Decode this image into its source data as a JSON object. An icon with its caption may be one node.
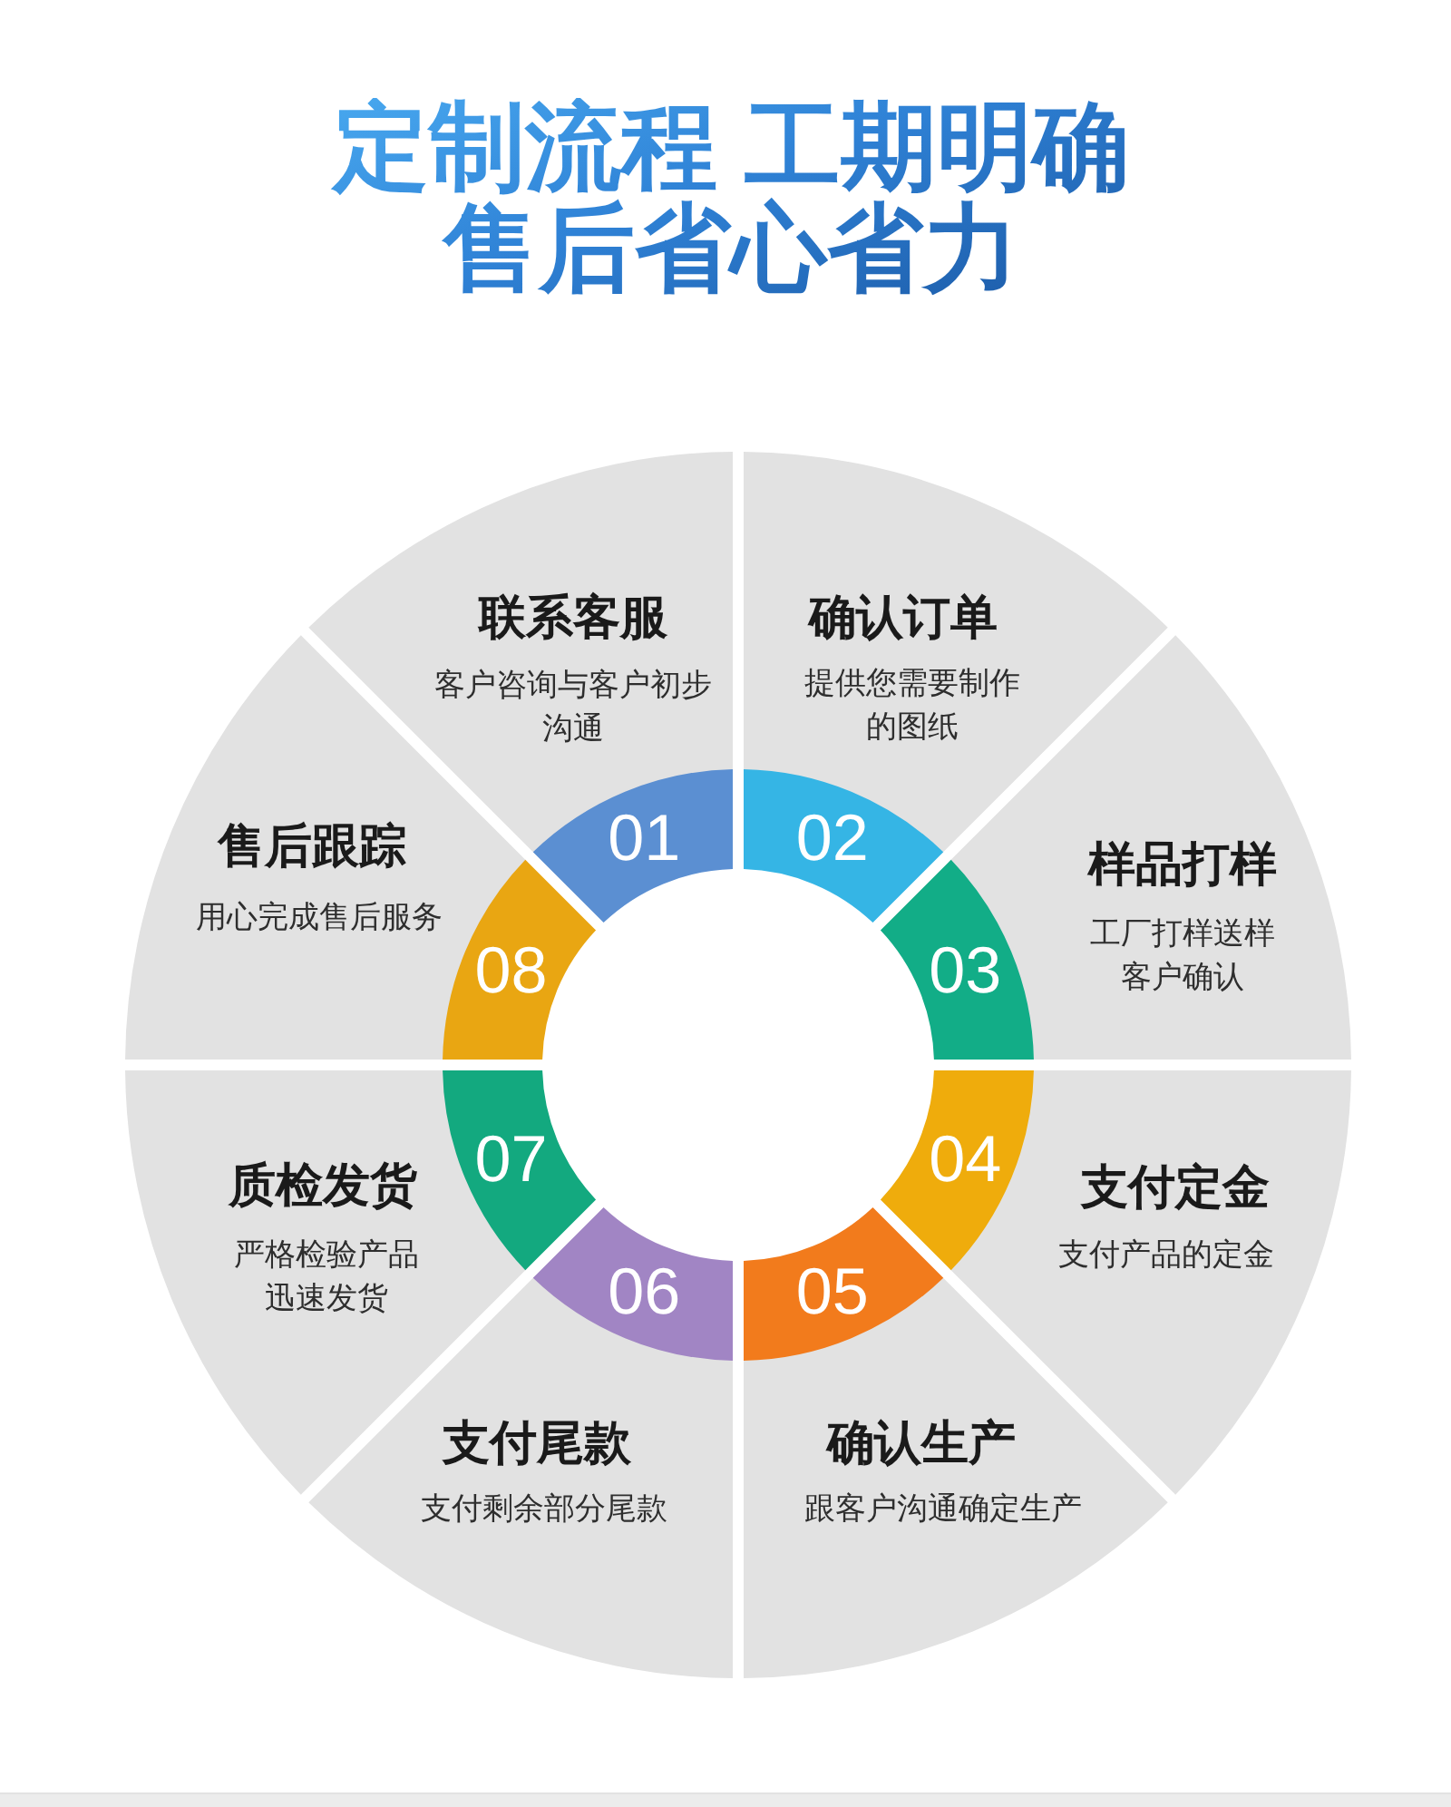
{
  "diagram": {
    "title": "定制流程 工期明确售后省心省力",
    "nodes": [
      {
        "text": [
          "联系客服",
          "客户咨询与客户初步沟通"
        ]
      },
      {
        "text": [
          "确认订单",
          "提供您需要制作的图纸"
        ]
      },
      {
        "text": [
          "样品打样",
          "工厂打样送样客户确认"
        ]
      },
      {
        "text": [
          "支付定金",
          "支付产品的定金"
        ]
      },
      {
        "text": [
          "确认生产",
          "跟客户沟通确定生产"
        ]
      },
      {
        "text": [
          "支付尾款",
          "支付剩余部分尾款"
        ]
      },
      {
        "text": [
          "质检发货",
          "严格检验产品迅速发货"
        ]
      },
      {
        "text": [
          "售后跟踪",
          "用心完成售后服务"
        ]
      },
      {
        "text": [
          "01"
        ]
      },
      {
        "text": [
          "02"
        ]
      },
      {
        "text": [
          "03"
        ]
      },
      {
        "text": [
          "04"
        ]
      },
      {
        "text": [
          "05"
        ]
      },
      {
        "text": [
          "06"
        ]
      },
      {
        "text": [
          "07"
        ]
      },
      {
        "text": [
          "08"
        ]
      }
    ]
  }
}
